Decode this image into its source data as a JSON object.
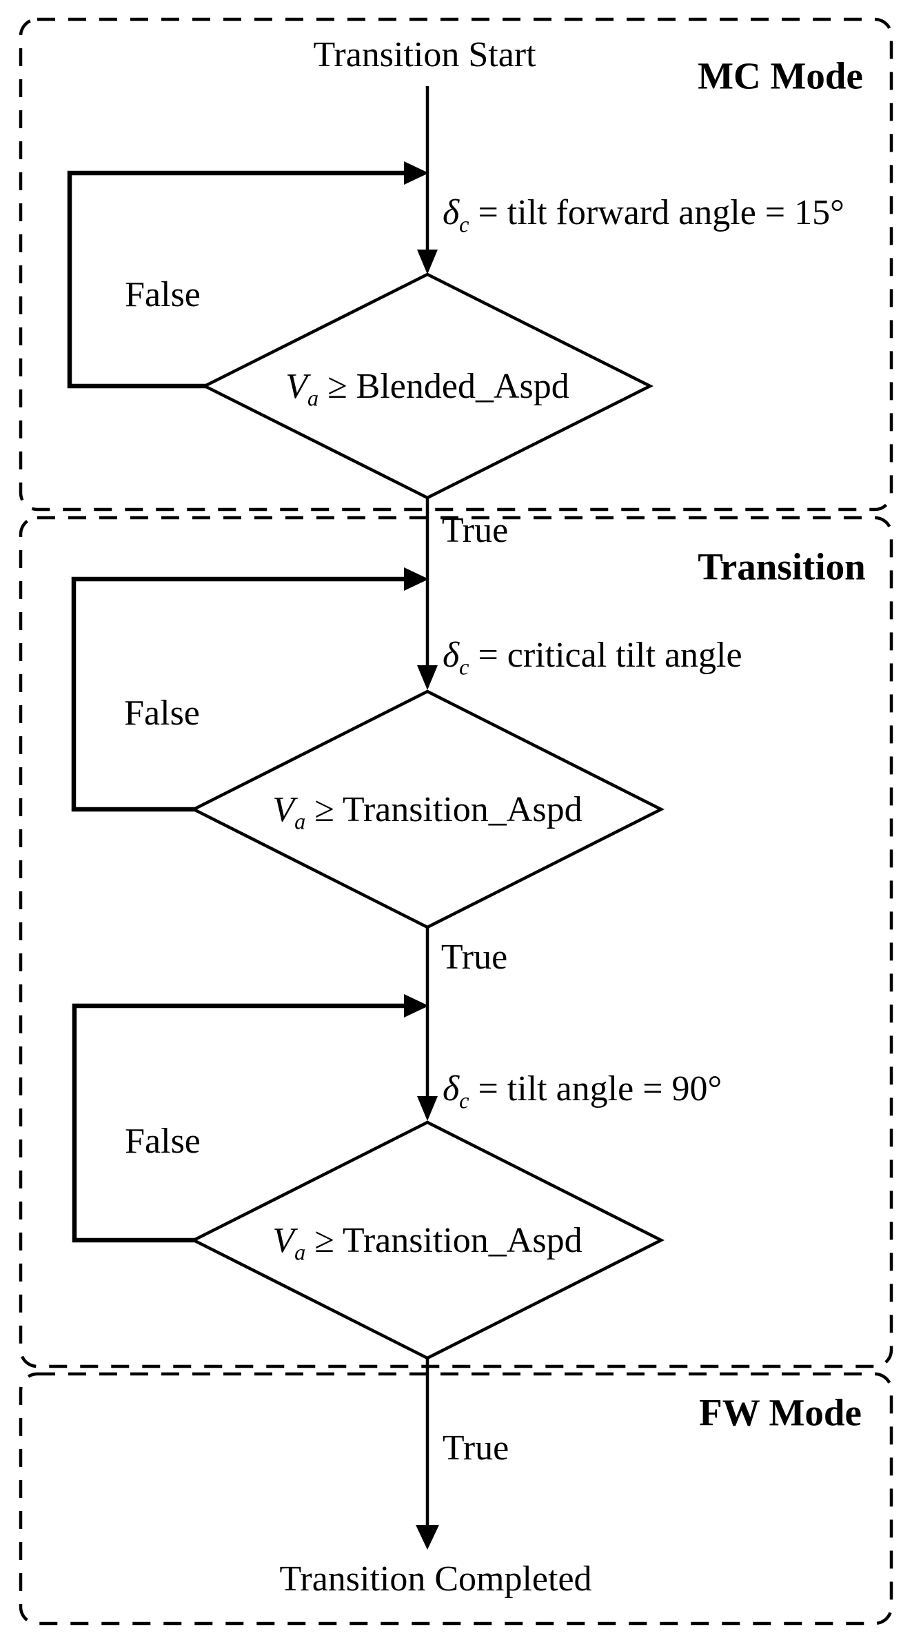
{
  "diagram": {
    "background": "#ffffff",
    "stroke_color": "#000000",
    "sections": [
      {
        "title": "MC Mode"
      },
      {
        "title": "Transition"
      },
      {
        "title": "FW Mode"
      }
    ],
    "start_label": "Transition Start",
    "end_label": "Transition Completed",
    "assignments": [
      {
        "var": "δ",
        "sub": "c",
        "rest": "= tilt forward angle = 15°"
      },
      {
        "var": "δ",
        "sub": "c",
        "rest": "= critical tilt angle"
      },
      {
        "var": "δ",
        "sub": "c",
        "rest": "= tilt angle = 90°"
      }
    ],
    "decisions": [
      {
        "var": "V",
        "sub": "a",
        "op": "≥",
        "value": "Blended_Aspd"
      },
      {
        "var": "V",
        "sub": "a",
        "op": "≥",
        "value": "Transition_Aspd"
      },
      {
        "var": "V",
        "sub": "a",
        "op": "≥",
        "value": "Transition_Aspd"
      }
    ],
    "branch_labels": {
      "true": [
        "True",
        "True",
        "True"
      ],
      "false": [
        "False",
        "False",
        "False"
      ]
    }
  }
}
